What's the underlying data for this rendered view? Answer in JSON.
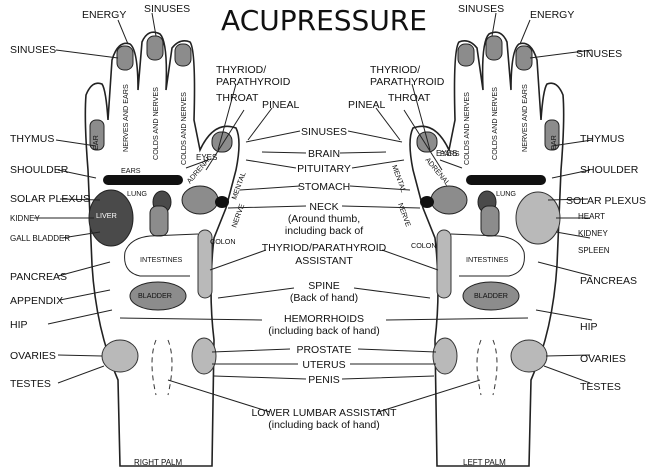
{
  "title": "ACUPRESSURE",
  "captions": {
    "right": "RIGHT PALM",
    "left": "LEFT PALM"
  },
  "center_labels": [
    "SINUSES",
    "BRAIN",
    "PITUITARY",
    "STOMACH",
    "NECK",
    "(Around thumb,",
    "including back of",
    "THYRIOD/PARATHYROID",
    "ASSISTANT",
    "SPINE",
    "(Back of hand)",
    "HEMORRHOIDS",
    "(including back of  hand)",
    "PROSTATE",
    "UTERUS",
    "PENIS",
    "LOWER LUMBAR ASSISTANT",
    "(including back of hand)"
  ],
  "right_hand_labels": [
    "ENERGY",
    "SINUSES",
    "SINUSES",
    "THYMUS",
    "SHOULDER",
    "SOLAR PLEXUS",
    "KIDNEY",
    "GALL BLADDER",
    "PANCREAS",
    "APPENDIX",
    "HIP",
    "OVARIES",
    "TESTES",
    "THYRIOD/",
    "PARATHYROID",
    "THROAT",
    "PINEAL",
    "EYES"
  ],
  "left_hand_labels": [
    "ENERGY",
    "SINUSES",
    "SINUSES",
    "THYMUS",
    "SHOULDER",
    "SOLAR PLEXUS",
    "HEART",
    "KIDNEY",
    "SPLEEN",
    "PANCREAS",
    "HIP",
    "OVARIES",
    "TESTES",
    "THYRIOD/",
    "PARATHYROID",
    "THROAT",
    "PINEAL",
    "EYES"
  ],
  "finger_labels": [
    "EAR",
    "NERVES AND EARS",
    "COLDS AND NERVES",
    "COLDS AND NERVES"
  ],
  "palm_labels": [
    "EARS",
    "LUNG",
    "LIVER",
    "ADRENAL",
    "COLON",
    "INTESTINES",
    "BLADDER",
    "MENTAL",
    "NERVE"
  ],
  "colors": {
    "ink": "#111111",
    "dark_zone": "#4a4a4a",
    "mid_zone": "#8c8c8c",
    "light_zone": "#b9b9b9"
  }
}
